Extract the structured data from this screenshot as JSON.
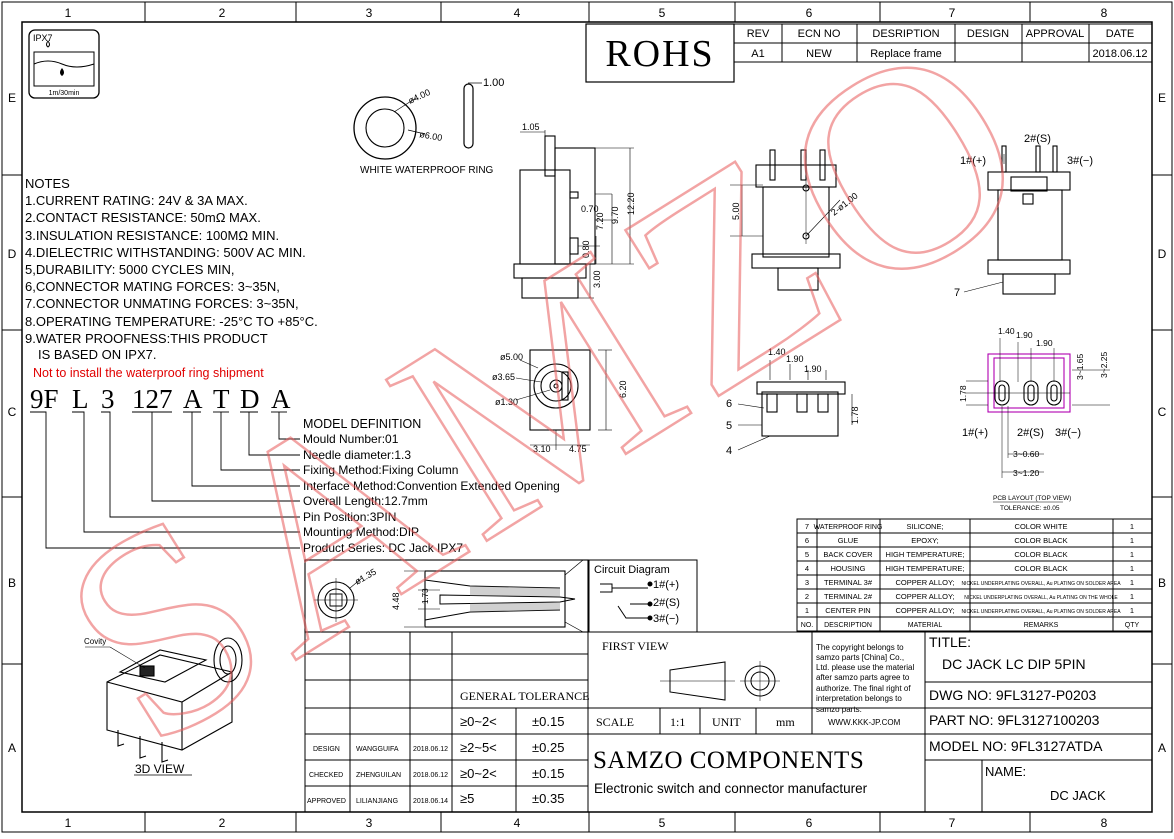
{
  "border": {
    "columns": [
      "1",
      "2",
      "3",
      "4",
      "5",
      "6",
      "7",
      "8"
    ],
    "rows": [
      "E",
      "D",
      "C",
      "B",
      "A"
    ]
  },
  "ipx7": {
    "label": "IPX7",
    "caption": "1m/30min"
  },
  "rohs": "ROHS",
  "revision": {
    "headers": [
      "REV",
      "ECN NO",
      "DESRIPTION",
      "DESIGN",
      "APPROVAL",
      "DATE"
    ],
    "row": [
      "A1",
      "NEW",
      "Replace frame",
      "",
      "",
      "2018.06.12"
    ]
  },
  "ring": {
    "title": "WHITE WATERPROOF RING",
    "thickness": "1.00",
    "inner": "ø4.00",
    "outer": "ø6.00"
  },
  "notes": {
    "title": "NOTES",
    "items": [
      "1.CURRENT RATING: 24V & 3A MAX.",
      "2.CONTACT RESISTANCE: 50mΩ MAX.",
      "3.INSULATION RESISTANCE: 100MΩ MIN.",
      "4.DIELECTRIC WITHSTANDING: 500V AC MIN.",
      "5,DURABILITY: 5000 CYCLES MIN,",
      "6,CONNECTOR MATING FORCES: 3~35N,",
      "7.CONNECTOR UNMATING FORCES: 3~35N,",
      "8.OPERATING TEMPERATURE: -25°C TO +85°C."
    ],
    "item9a": "9.WATER PROOFNESS:THIS PRODUCT",
    "item9b": "IS BASED ON IPX7.",
    "warning": "Not to install the waterproof ring shipment"
  },
  "model": {
    "parts": [
      "9F",
      "L",
      "3",
      "127",
      "A",
      "T",
      "D",
      "A"
    ],
    "heading": "MODEL DEFINITION",
    "defs": [
      "Mould Number:01",
      "Needle diameter:1.3",
      "Fixing Method:Fixing Column",
      "Interface Method:Convention Extended Opening",
      "Overall Length:12.7mm",
      "Pin Position:3PIN",
      "Mounting Method:DIP",
      "Product Series: DC Jack IPX7"
    ]
  },
  "side_dims": {
    "top": "1.05",
    "a": "0.70",
    "b": "7.20",
    "c": "9.70",
    "d": "12.20",
    "e": "0.80",
    "f": "3.00"
  },
  "front_dims": {
    "height": "5.00",
    "holes": "2-ø1.00"
  },
  "right_view": {
    "p1": "1#(+)",
    "p2": "2#(S)",
    "p3": "3#(−)",
    "seven": "7"
  },
  "bottom_dims": {
    "d1": "ø5.00",
    "d2": "ø3.65",
    "d3": "ø1.30",
    "w1": "3.10",
    "w2": "4.75",
    "h": "6.20"
  },
  "end_view": {
    "d1": "1.40",
    "d2": "1.90",
    "d3": "1.90",
    "h": "1.78",
    "l6": "6",
    "l5": "5",
    "l4": "4"
  },
  "pcb": {
    "d1": "1.40",
    "d2": "1.90",
    "d3": "1.90",
    "v1": "3~1.65",
    "v2": "3~2.25",
    "h": "1.78",
    "p1": "1#(+)",
    "p2": "2#(S)",
    "p3": "3#(−)",
    "s1": "3~0.60",
    "s2": "3~1.20",
    "title": "PCB LAYOUT (TOP VIEW)",
    "tol": "TOLERANCE: ±0.05"
  },
  "bom": {
    "rows": [
      [
        "7",
        "WATERPROOF RING",
        "SILICONE;",
        "COLOR WHITE",
        "1"
      ],
      [
        "6",
        "GLUE",
        "EPOXY;",
        "COLOR BLACK",
        "1"
      ],
      [
        "5",
        "BACK COVER",
        "HIGH TEMPERATURE;",
        "COLOR BLACK",
        "1"
      ],
      [
        "4",
        "HOUSING",
        "HIGH TEMPERATURE;",
        "COLOR BLACK",
        "1"
      ],
      [
        "3",
        "TERMINAL 3#",
        "COPPER ALLOY;",
        "NICKEL UNDERPLATING OVERALL, Au PLATING ON SOLDER AREA",
        "1"
      ],
      [
        "2",
        "TERMINAL 2#",
        "COPPER ALLOY;",
        "NICKEL UNDERPLATING OVERALL, Au PLATING ON THE WHOLE",
        "1"
      ],
      [
        "1",
        "CENTER PIN",
        "COPPER ALLOY;",
        "NICKEL UNDERPLATING OVERALL, Au PLATING ON SOLDER AREA",
        "1"
      ]
    ],
    "headers": [
      "NO.",
      "DESCRIPTION",
      "MATERIAL",
      "REMARKS",
      "QTY"
    ]
  },
  "section": {
    "d": "ø1.35",
    "h1": "4.48",
    "h2": "1.73"
  },
  "circuit": {
    "title": "Circuit Diagram",
    "p1": "1#(+)",
    "p2": "2#(S)",
    "p3": "3#(−)"
  },
  "view3d": {
    "cavity": "Covity",
    "label": "3D VIEW"
  },
  "titleblock": {
    "first_view": "FIRST VIEW",
    "general_tol": "GENERAL TOLERANCE",
    "tol_rows": [
      [
        "≥0~2<",
        "±0.15"
      ],
      [
        "≥2~5<",
        "±0.25"
      ],
      [
        "≥0~2<",
        "±0.15"
      ],
      [
        "≥5",
        "±0.35"
      ]
    ],
    "scale_label": "SCALE",
    "scale": "1:1",
    "unit_label": "UNIT",
    "unit": "mm",
    "people": [
      [
        "DESIGN",
        "WANGGUIFA",
        "2018.06.12"
      ],
      [
        "CHECKED",
        "ZHENGUILAN",
        "2018.06.12"
      ],
      [
        "APPROVED",
        "LILIANJIANG",
        "2018.06.14"
      ]
    ],
    "copyright": [
      "The copyright belongs to",
      "samzo parts [China] Co.,",
      "Ltd. please use the material",
      "after samzo parts agree to",
      "authorize. The final right of",
      "interpretation belongs to",
      "samzo parts."
    ],
    "website": "WWW.KKK-JP.COM",
    "company": "SAMZO COMPONENTS",
    "tagline": "Electronic switch and connector manufacturer",
    "title_label": "TITLE:",
    "title": "DC JACK LC DIP 5PIN",
    "dwg": "DWG NO: 9FL3127-P0203",
    "part": "PART NO: 9FL3127100203",
    "model": "MODEL NO: 9FL3127ATDA",
    "name_label": "NAME:",
    "name": "DC JACK"
  },
  "watermark": "SAMZO"
}
